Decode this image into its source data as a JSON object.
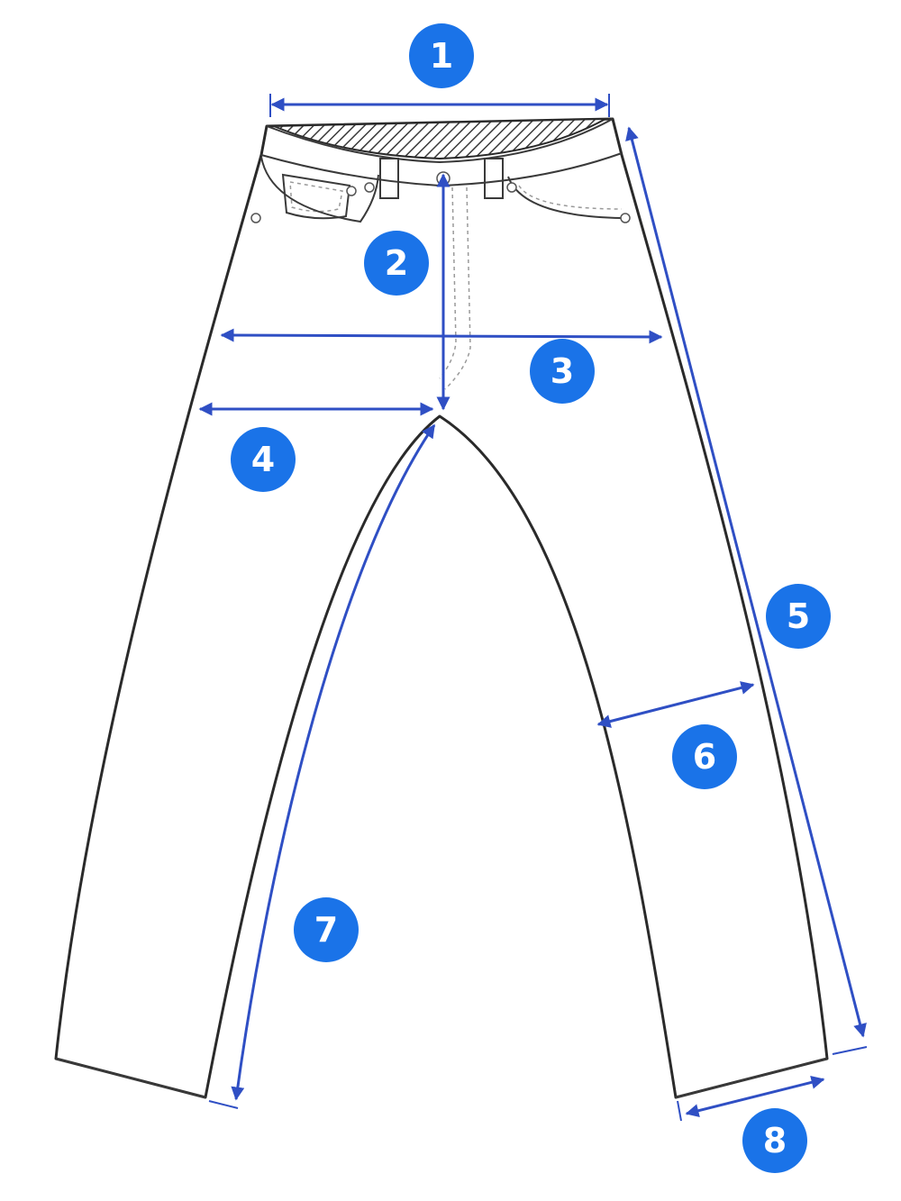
{
  "measurements": [
    {
      "label": "1"
    },
    {
      "label": "2"
    },
    {
      "label": "3"
    },
    {
      "label": "4"
    },
    {
      "label": "5"
    },
    {
      "label": "6"
    },
    {
      "label": "7"
    },
    {
      "label": "8"
    }
  ],
  "colors": {
    "badge": "#1a73e8",
    "measure_line": "#2f4fc4",
    "outline": "#2a2a2a"
  }
}
